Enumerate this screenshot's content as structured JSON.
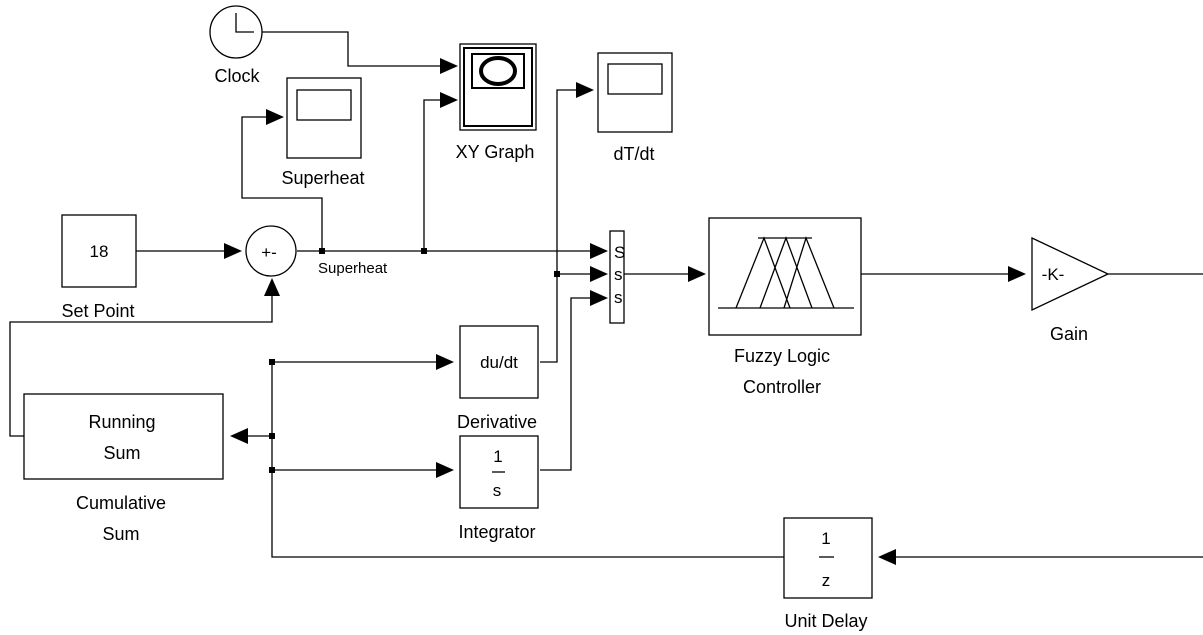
{
  "blocks": {
    "clock": {
      "label": "Clock"
    },
    "xy_graph": {
      "label": "XY Graph"
    },
    "scope_dtdt": {
      "label": "dT/dt"
    },
    "scope_superheat": {
      "label": "Superheat"
    },
    "set_point": {
      "value": "18",
      "label": "Set Point"
    },
    "sum": {
      "signs": "+-"
    },
    "mux": {
      "ports": [
        "S",
        "s",
        "s"
      ]
    },
    "fuzzy": {
      "label_line1": "Fuzzy Logic",
      "label_line2": "Controller"
    },
    "gain": {
      "value": "-K-",
      "label": "Gain"
    },
    "derivative": {
      "value": "du/dt",
      "label": "Derivative"
    },
    "integrator": {
      "numerator": "1",
      "denominator": "s",
      "label": "Integrator"
    },
    "running_sum": {
      "line1": "Running",
      "line2": "Sum",
      "label_line1": "Cumulative",
      "label_line2": "Sum"
    },
    "unit_delay": {
      "numerator": "1",
      "denominator": "z",
      "label": "Unit Delay"
    }
  },
  "signals": {
    "superheat": "Superheat"
  }
}
